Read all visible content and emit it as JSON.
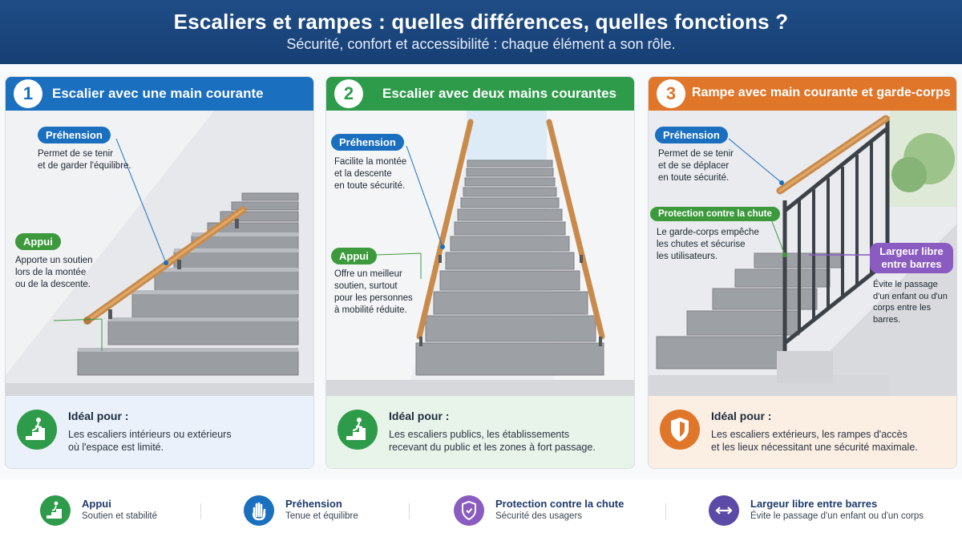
{
  "header": {
    "title": "Escaliers et rampes : quelles différences, quelles fonctions ?",
    "subtitle": "Sécurité, confort et accessibilité : chaque élément a son rôle."
  },
  "panels": [
    {
      "number": "1",
      "title": "Escalier avec une main courante",
      "callouts": [
        {
          "tag": "Préhension",
          "text": [
            "Permet de se tenir",
            "et de garder l'équilibre."
          ]
        },
        {
          "tag": "Appui",
          "text": [
            "Apporte un soutien",
            "lors de la montée",
            "ou de la descente."
          ]
        }
      ],
      "ideal_heading": "Idéal pour :",
      "ideal_text": [
        "Les escaliers intérieurs ou extérieurs",
        "où l'espace est limité."
      ],
      "icon": "person-stairs-icon"
    },
    {
      "number": "2",
      "title": "Escalier avec deux mains courantes",
      "callouts": [
        {
          "tag": "Préhension",
          "text": [
            "Facilite la montée",
            "et la descente",
            "en toute sécurité."
          ]
        },
        {
          "tag": "Appui",
          "text": [
            "Offre un meilleur",
            "soutien, surtout",
            "pour les personnes",
            "à mobilité réduite."
          ]
        }
      ],
      "ideal_heading": "Idéal pour :",
      "ideal_text": [
        "Les escaliers publics, les établissements",
        "recevant du public et les zones à fort passage."
      ],
      "icon": "person-stairs-icon"
    },
    {
      "number": "3",
      "title": "Rampe avec main courante et garde-corps",
      "callouts": [
        {
          "tag": "Préhension",
          "text": [
            "Permet de se tenir",
            "et de se déplacer",
            "en toute sécurité."
          ]
        },
        {
          "tag": "Protection contre la chute",
          "text": [
            "Le garde-corps empêche",
            "les chutes et sécurise",
            "les utilisateurs."
          ]
        },
        {
          "tag": "Largeur libre entre barres",
          "text": [
            "Évite le passage",
            "d'un enfant ou d'un",
            "corps entre les barres."
          ]
        }
      ],
      "ideal_heading": "Idéal pour :",
      "ideal_text": [
        "Les escaliers extérieurs, les rampes d'accès",
        "et les lieux nécessitant une sécurité maximale."
      ],
      "icon": "shield-icon"
    }
  ],
  "legend": [
    {
      "title": "Appui",
      "subtitle": "Soutien et stabilité",
      "icon": "person-stairs-icon",
      "color": "#2e9b4a"
    },
    {
      "title": "Préhension",
      "subtitle": "Tenue et équilibre",
      "icon": "hand-icon",
      "color": "#1a6fbf"
    },
    {
      "title": "Protection contre la chute",
      "subtitle": "Sécurité des usagers",
      "icon": "shield-icon",
      "color": "#8a5bc0"
    },
    {
      "title": "Largeur libre entre barres",
      "subtitle": "Évite le passage d'un enfant ou d'un corps",
      "icon": "arrows-horizontal-icon",
      "color": "#5b4aa6"
    }
  ],
  "colors": {
    "header": "#1f4d86",
    "blue": "#1a6fbf",
    "green": "#2e9b4a",
    "orange": "#e0762a",
    "purple": "#8a5bc0"
  }
}
